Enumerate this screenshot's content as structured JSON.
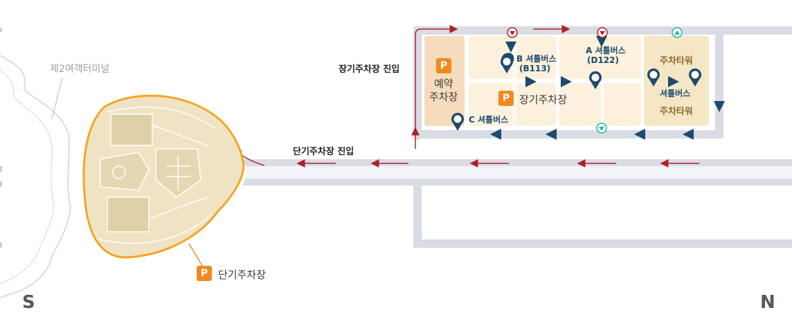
{
  "map": {
    "terminal_label": "제2여객터미널",
    "entry_long_term": "장기주차장 진입",
    "entry_short_term": "단기주차장 진입",
    "short_term_parking": "단기주차장",
    "long_term_parking": "장기주차장",
    "reserved_parking": [
      "예약",
      "주차장"
    ],
    "parking_tower_top": "주차타워",
    "parking_tower_bottom": "주차타워",
    "shuttle_a": [
      "A 셔틀버스",
      "(D122)"
    ],
    "shuttle_b": [
      "B 셔틀버스",
      "(B113)"
    ],
    "shuttle_c": "C 셔틀버스",
    "shuttle_tower": "셔틀버스",
    "parking_icon_letter": "P",
    "direction_south": "S",
    "direction_north": "N"
  },
  "colors": {
    "road": "#d9dce4",
    "route_red": "#b21e2a",
    "route_blue": "#1d4a6e",
    "lot_fill": "#fcf1dc",
    "reserved_fill": "#f6dcbc",
    "tower_fill": "#f5e6c6",
    "parking_badge": "#f08a1c",
    "building_outline": "#f5a623",
    "building_fill": "#efe3c4"
  }
}
